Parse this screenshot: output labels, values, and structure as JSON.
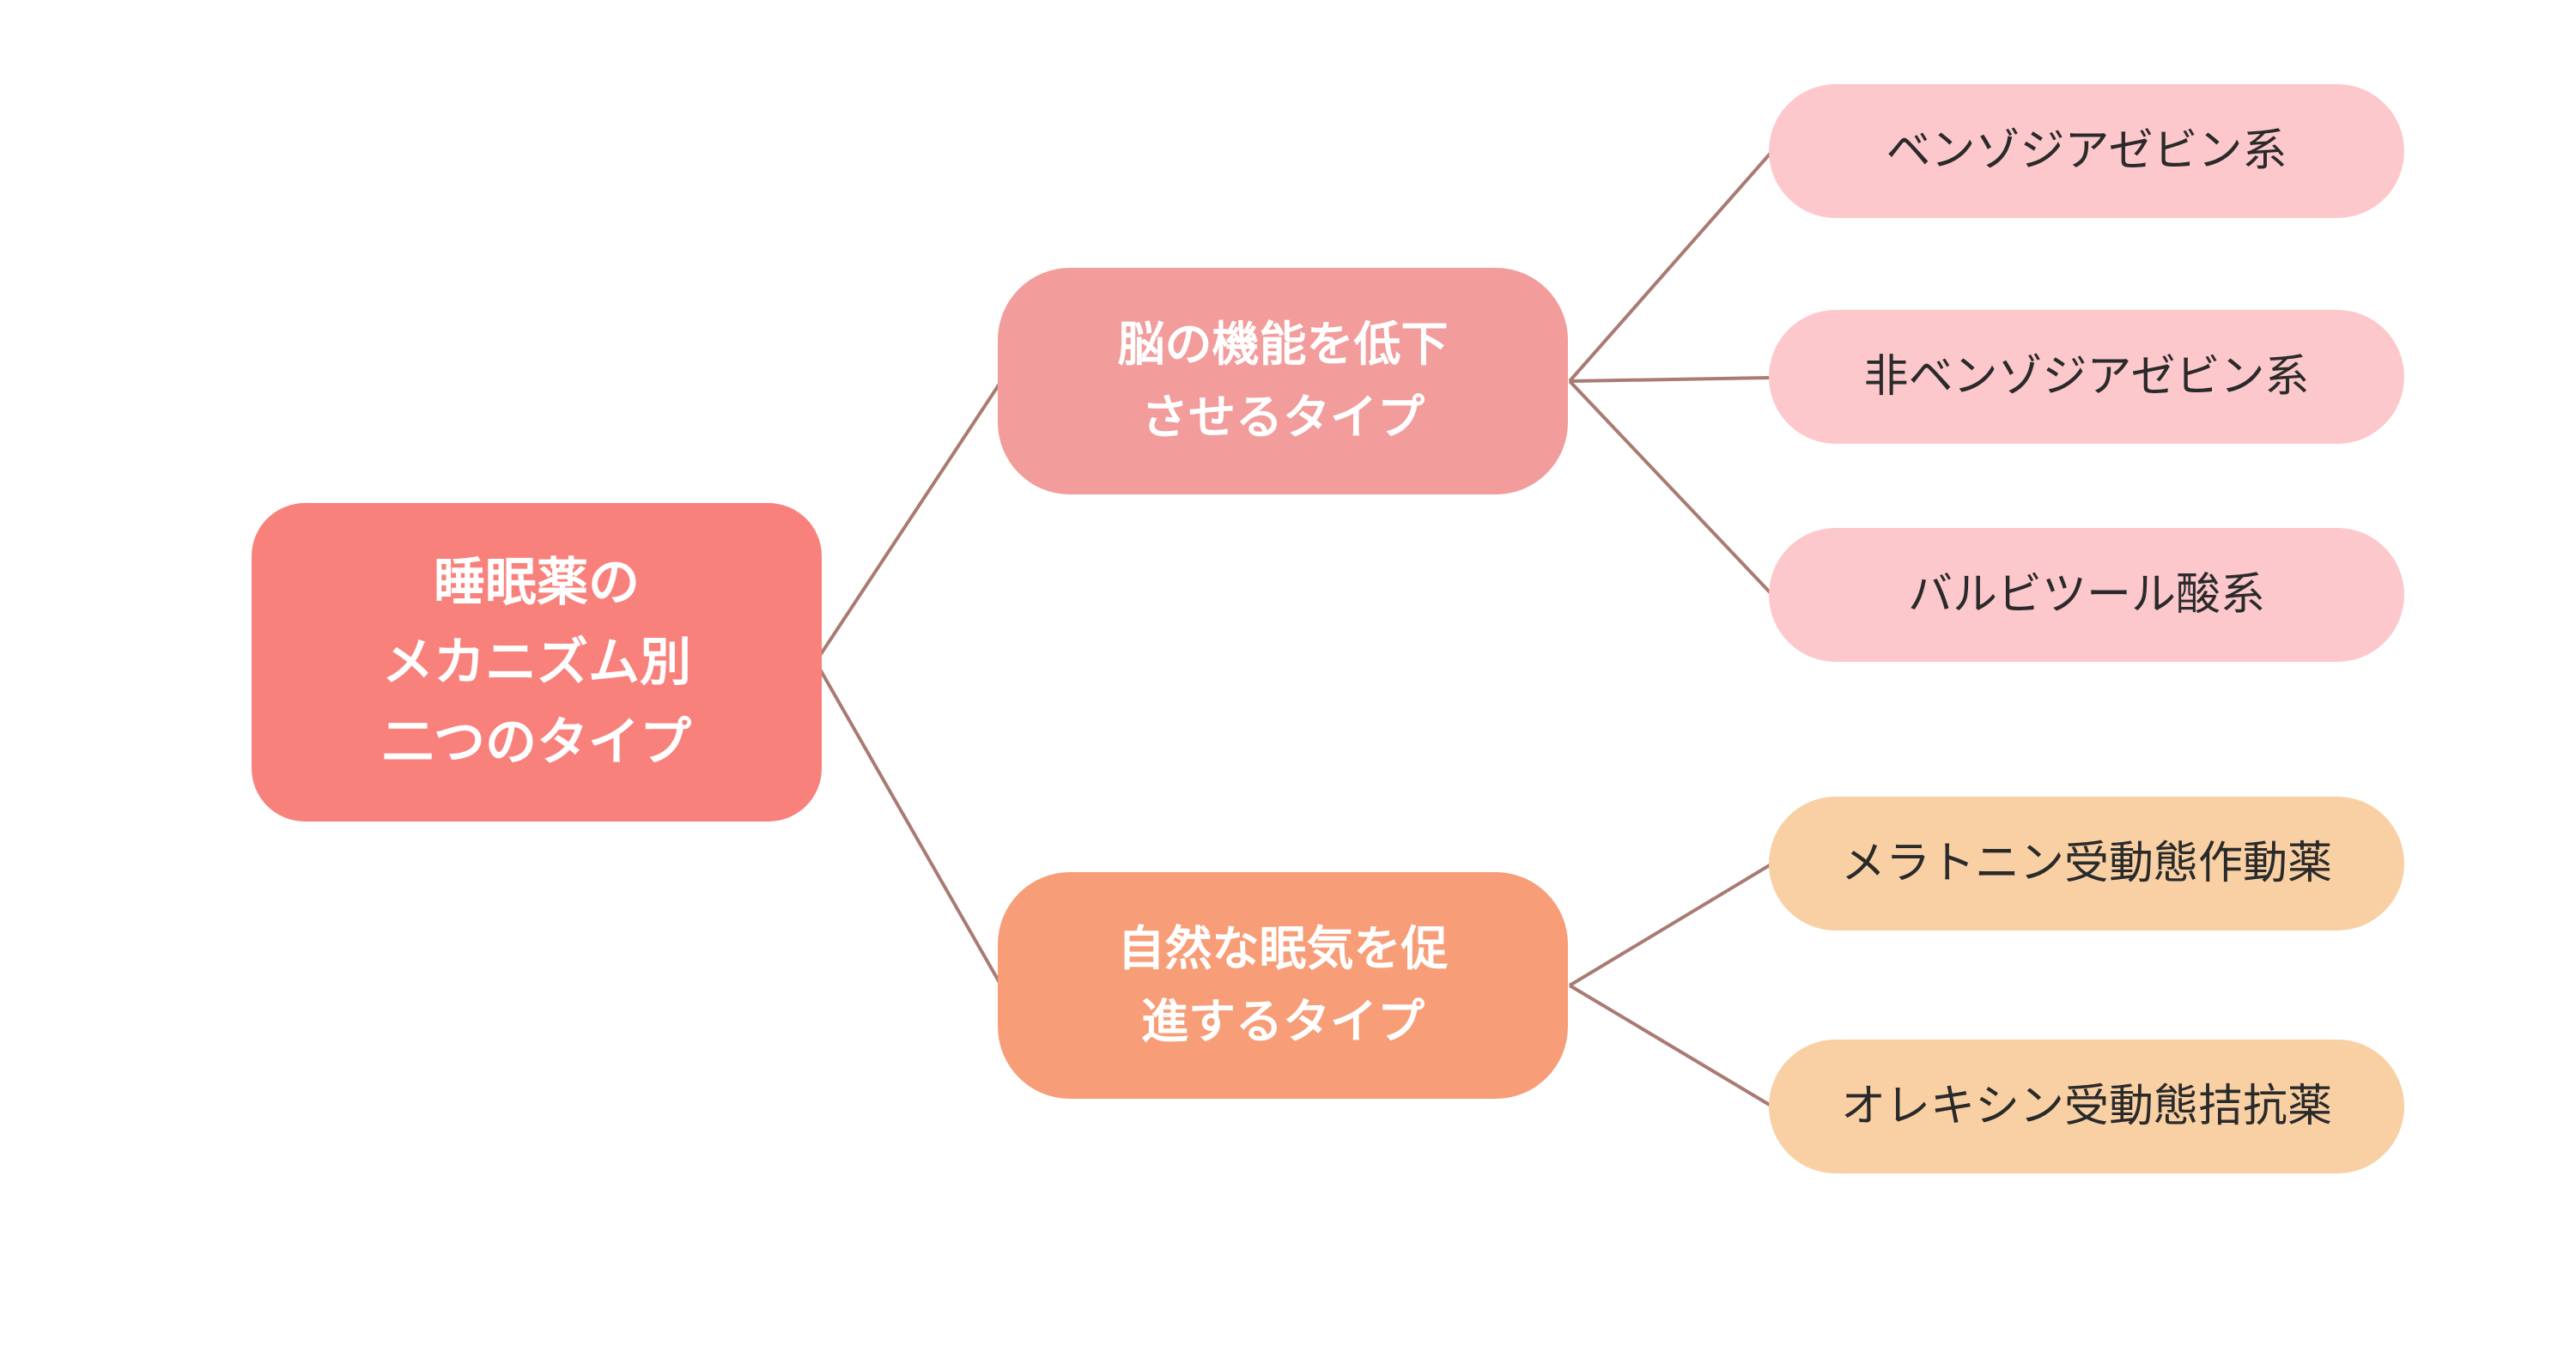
{
  "colors": {
    "background": "#ffffff",
    "root_fill": "#f8817c",
    "branch_brain_fill": "#f29c9c",
    "branch_natural_fill": "#f79e78",
    "leaf_pink_fill": "#fcc8cc",
    "leaf_peach_fill": "#f8d0a4",
    "connector": "#a97b72",
    "node_text_light": "#ffffff",
    "leaf_text": "#2a2a2a"
  },
  "mindmap": {
    "root": {
      "lines": [
        "睡眠薬の",
        "メカニズム別",
        "二つのタイプ"
      ]
    },
    "branches": [
      {
        "lines": [
          "脳の機能を低下",
          "させるタイプ"
        ],
        "children": [
          "ベンゾジアゼビン系",
          "非ベンゾジアゼビン系",
          "バルビツール酸系"
        ]
      },
      {
        "lines": [
          "自然な眠気を促",
          "進するタイプ"
        ],
        "children": [
          "メラトニン受動態作動薬",
          "オレキシン受動態拮抗薬"
        ]
      }
    ]
  }
}
